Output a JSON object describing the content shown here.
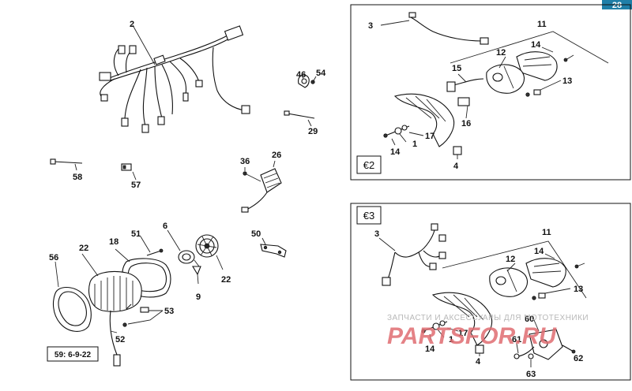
{
  "page_badge": "28",
  "kit_labels": {
    "euro2": "€2",
    "euro3": "€3"
  },
  "note_box": "59: 6-9-22",
  "watermark": {
    "line1": "ЗАПЧАСТИ И АКСЕССУАРЫ ДЛЯ МОТОТЕХНИКИ",
    "line2": "PARTSFOR.RU"
  },
  "left_labels": {
    "p2": "2",
    "p46": "46",
    "p54": "54",
    "p29": "29",
    "p58": "58",
    "p57": "57",
    "p36": "36",
    "p26": "26",
    "p6": "6",
    "p51": "51",
    "p18": "18",
    "p22a": "22",
    "p56": "56",
    "p50": "50",
    "p22b": "22",
    "p9": "9",
    "p53": "53",
    "p52": "52"
  },
  "euro2_labels": {
    "p3": "3",
    "p11": "11",
    "p14a": "14",
    "p12": "12",
    "p15": "15",
    "p13": "13",
    "p16": "16",
    "p17": "17",
    "p1": "1",
    "p14b": "14",
    "p4": "4"
  },
  "euro3_labels": {
    "p3": "3",
    "p11": "11",
    "p14a": "14",
    "p12": "12",
    "p13": "13",
    "p60": "60",
    "p17": "17",
    "p1": "1",
    "p14b": "14",
    "p61": "61",
    "p4": "4",
    "p62": "62",
    "p63": "63"
  },
  "colors": {
    "badge": "#1f7fa8",
    "watermark_red": "#e06d72",
    "watermark_grey": "#b8b8b8"
  }
}
